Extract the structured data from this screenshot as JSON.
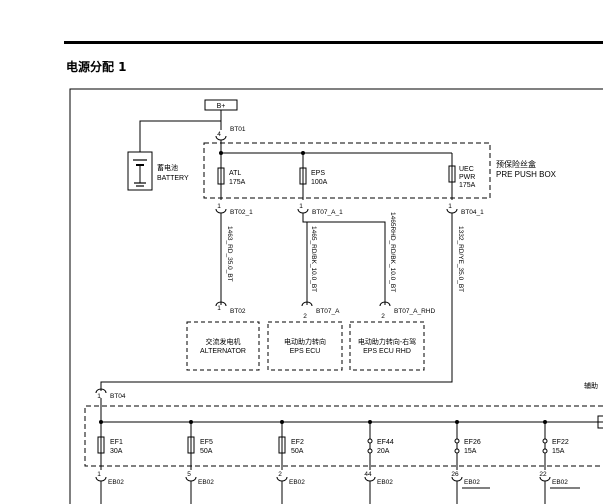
{
  "page": {
    "title": "电源分配 1"
  },
  "supply": {
    "label": "B+",
    "pin": "4",
    "connector": "BT01"
  },
  "battery": {
    "label_cn": "蓄电池",
    "label_en": "BATTERY"
  },
  "pre_push_box": {
    "label_cn": "预保险丝盒",
    "label_en": "PRE PUSH BOX"
  },
  "fuses_top": [
    {
      "name": "ATL",
      "rating": "175A",
      "pin": "1",
      "connector": "BT02_1"
    },
    {
      "name": "EPS",
      "rating": "100A",
      "pin": "1",
      "connector": "BT07_A_1"
    },
    {
      "name": "UEC PWR",
      "name_line1": "UEC",
      "name_line2": "PWR",
      "rating": "175A",
      "pin": "1",
      "connector": "BT04_1"
    }
  ],
  "wires": [
    {
      "id": "1463_RD_35.0_BT"
    },
    {
      "id": "1465_RD/BK_10.0_BT"
    },
    {
      "id": "1465RHD_RD/BK_10.0_BT"
    },
    {
      "id": "1332_RD/YE_35.0_BT"
    }
  ],
  "loads": [
    {
      "pin": "1",
      "connector": "BT02",
      "label_cn": "交流发电机",
      "label_en": "ALTERNATOR"
    },
    {
      "pin": "2",
      "connector": "BT07_A",
      "label_cn": "电动助力转向",
      "label_en": "EPS ECU"
    },
    {
      "pin": "2",
      "connector": "BT07_A_RHD",
      "label_cn": "电动助力转向-右驾",
      "label_en": "EPS ECU RHD"
    }
  ],
  "bottom_bus": {
    "connector": "BT04",
    "pin": "1",
    "aux_label": "辅助"
  },
  "fuses_bottom": [
    {
      "name": "EF1",
      "rating": "30A",
      "pin": "1",
      "connector": "EB02"
    },
    {
      "name": "EF5",
      "rating": "50A",
      "pin": "5",
      "connector": "EB02"
    },
    {
      "name": "EF2",
      "rating": "50A",
      "pin": "2",
      "connector": "EB02"
    },
    {
      "name": "EF44",
      "rating": "20A",
      "pin": "44",
      "connector": "EB02"
    },
    {
      "name": "EF26",
      "rating": "15A",
      "pin": "26",
      "connector": "EB02"
    },
    {
      "name": "EF22",
      "rating": "15A",
      "pin": "22",
      "connector": "EB02"
    }
  ]
}
